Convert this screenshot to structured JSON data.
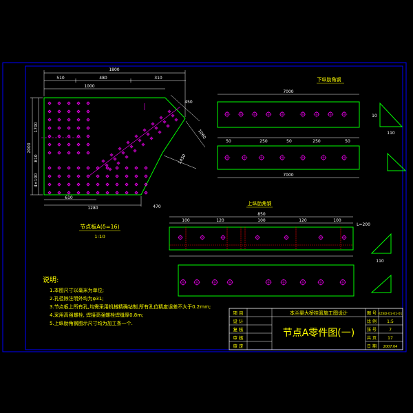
{
  "colors": {
    "background": "#000000",
    "frame": "#0000ff",
    "part_outline": "#00ff00",
    "hole": "#ff00ff",
    "dimension": "#ffffff",
    "text": "#ffff00",
    "hidden_line": "#ff0000"
  },
  "plate": {
    "title": "节点板A(δ=16)",
    "scale": "1:10",
    "dims": {
      "overall": "1800",
      "top_left": "510",
      "top_mid": "480",
      "top_right": "310",
      "inner": "1000",
      "left_a": "2000",
      "left_b": "1700",
      "left_c": "4×100",
      "left_d": "810",
      "bottom_a": "610",
      "bottom_b": "1280",
      "bottom_c": "470",
      "diag_a": "450",
      "diag_b": "1060",
      "diag_c": "1450"
    }
  },
  "lower_stiffener": {
    "title": "下纵肋角钢",
    "len1": "7000",
    "len2": "7000",
    "segs": [
      "50",
      "250",
      "50",
      "250",
      "50"
    ],
    "side": [
      "110",
      "10"
    ]
  },
  "upper_stiffener": {
    "title": "上纵肋角钢",
    "len": "850",
    "segs": [
      "100",
      "120",
      "100",
      "120",
      "100"
    ],
    "side": "L=200",
    "end": "110"
  },
  "notes": {
    "heading": "说明:",
    "items": [
      "1.本图尺寸以毫米为单位;",
      "2.孔径除注明外均为φ31;",
      "3.节点板上所有孔,均需采用机械精确钻制,所有孔位精度误差不大于0.2mm;",
      "4.采用高强螺栓, 焊接高强螺栓焊缝厚0.8m;",
      "5.上纵肋角钢图示尺寸均为加工条一个."
    ]
  },
  "titleblock": {
    "project_label": "项 目",
    "project": "本兰渠大桥挂篮施工图设计",
    "row_labels": [
      "设 计",
      "复 核",
      "审 核",
      "审 定"
    ],
    "drawing_title": "节点A零件图(一)",
    "right_labels": [
      "图 号",
      "比 例",
      "张 号",
      "共 页",
      "日 期"
    ],
    "right_values": [
      "KZBD-01-01-01",
      "1:5",
      "7",
      "17",
      "2007.04"
    ]
  }
}
